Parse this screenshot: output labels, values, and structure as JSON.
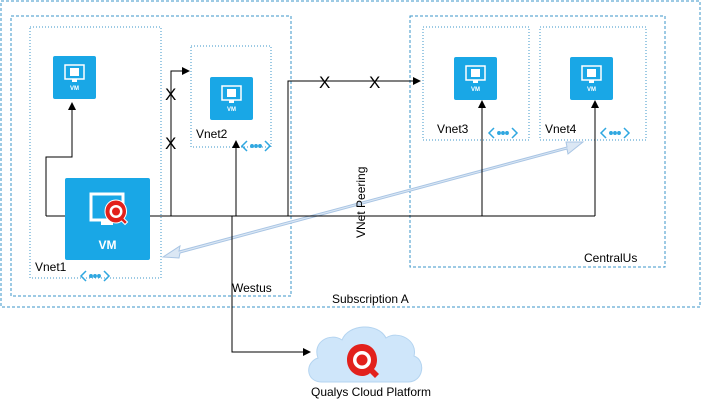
{
  "diagram": {
    "subscription_label": "Subscription A",
    "westus_label": "Westus",
    "centralus_label": "CentralUs",
    "vnets": [
      {
        "label": "Vnet1"
      },
      {
        "label": "Vnet2"
      },
      {
        "label": "Vnet3"
      },
      {
        "label": "Vnet4"
      }
    ],
    "vm_label": "VM",
    "peering_label": "VNet Peering",
    "blocked_mark": "X",
    "cloud_label": "Qualys Cloud Platform"
  },
  "colors": {
    "azure_blue": "#19a7e6",
    "dashed_border": "#3b96c9",
    "qualys_red": "#e2211c",
    "peering_arrow": "#dbe7f4",
    "cloud_fill": "#cfe6fa"
  },
  "icons": [
    "vm-icon",
    "qualys-logo-icon",
    "peering-icon",
    "cloud-icon"
  ]
}
